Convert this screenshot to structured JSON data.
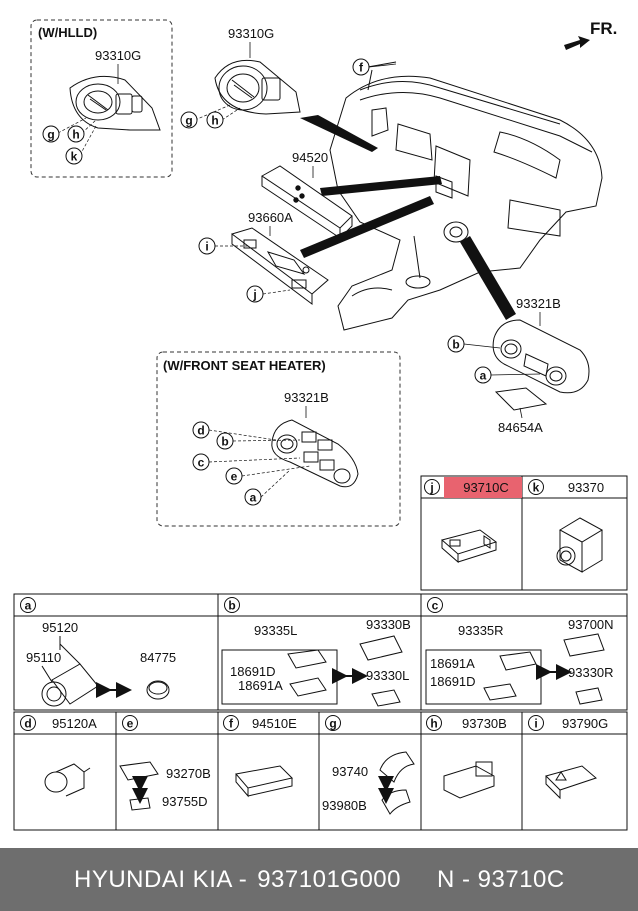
{
  "header": {
    "direction_label": "FR."
  },
  "groups": {
    "hlld": "(W/HLLD)",
    "front_seat_heater": "(W/FRONT SEAT HEATER)"
  },
  "parts": {
    "hlld_bezel": "93310G",
    "main_bezel": "93310G",
    "crash_pad": "94520",
    "bracket": "93660A",
    "console_panel": "93321B",
    "console_cover": "84654A",
    "heater_panel": "93321B"
  },
  "callouts": {
    "a": "a",
    "b": "b",
    "c": "c",
    "d": "d",
    "e": "e",
    "f": "f",
    "g": "g",
    "h": "h",
    "i": "i",
    "j": "j",
    "k": "k"
  },
  "table_top": {
    "j": {
      "letter": "j",
      "part": "93710C",
      "highlight": "#e8636f"
    },
    "k": {
      "letter": "k",
      "part": "93370"
    }
  },
  "table_mid": {
    "a": {
      "letter": "a",
      "p1": "95120",
      "p2": "95110",
      "p3": "84775"
    },
    "b": {
      "letter": "b",
      "p1": "93335L",
      "p2": "93330B",
      "p3": "18691D",
      "p4": "18691A",
      "p5": "93330L"
    },
    "c": {
      "letter": "c",
      "p1": "93335R",
      "p2": "93700N",
      "p3": "18691A",
      "p4": "18691D",
      "p5": "93330R"
    }
  },
  "table_bottom": {
    "d": {
      "letter": "d",
      "part": "95120A"
    },
    "e": {
      "letter": "e",
      "p1": "93270B",
      "p2": "93755D"
    },
    "f": {
      "letter": "f",
      "part": "94510E"
    },
    "g": {
      "letter": "g",
      "p1": "93740",
      "p2": "93980B"
    },
    "h": {
      "letter": "h",
      "part": "93730B"
    },
    "i": {
      "letter": "i",
      "part": "93790G"
    }
  },
  "footer": {
    "brand": "HYUNDAI  KIA -",
    "part_number": "937101G000",
    "code": "N - 93710C"
  }
}
